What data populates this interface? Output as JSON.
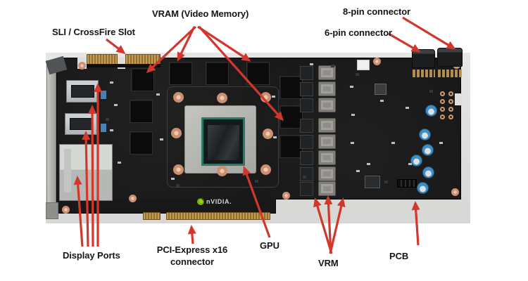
{
  "figure": {
    "background_color": "#ffffff",
    "photo_background_color": "#dededc",
    "pcb_color": "#181818",
    "arrow_color": "#d2372c",
    "label_text_color": "#161616",
    "gold_color": "#c79d55",
    "nvidia_green": "#76b900"
  },
  "annotations": [
    {
      "id": "sli",
      "text": "SLI / CrossFire Slot"
    },
    {
      "id": "vram",
      "text": "VRAM (Video Memory)"
    },
    {
      "id": "pin8",
      "text": "8-pin connector"
    },
    {
      "id": "pin6",
      "text": "6-pin connector"
    },
    {
      "id": "display_ports",
      "text": "Display Ports"
    },
    {
      "id": "pcie",
      "text": "PCI-Express x16\nconnector"
    },
    {
      "id": "gpu",
      "text": "GPU"
    },
    {
      "id": "vrm",
      "text": "VRM"
    },
    {
      "id": "pcb",
      "text": "PCB"
    }
  ],
  "card": {
    "brand_logo_text": "nVIDIA."
  }
}
